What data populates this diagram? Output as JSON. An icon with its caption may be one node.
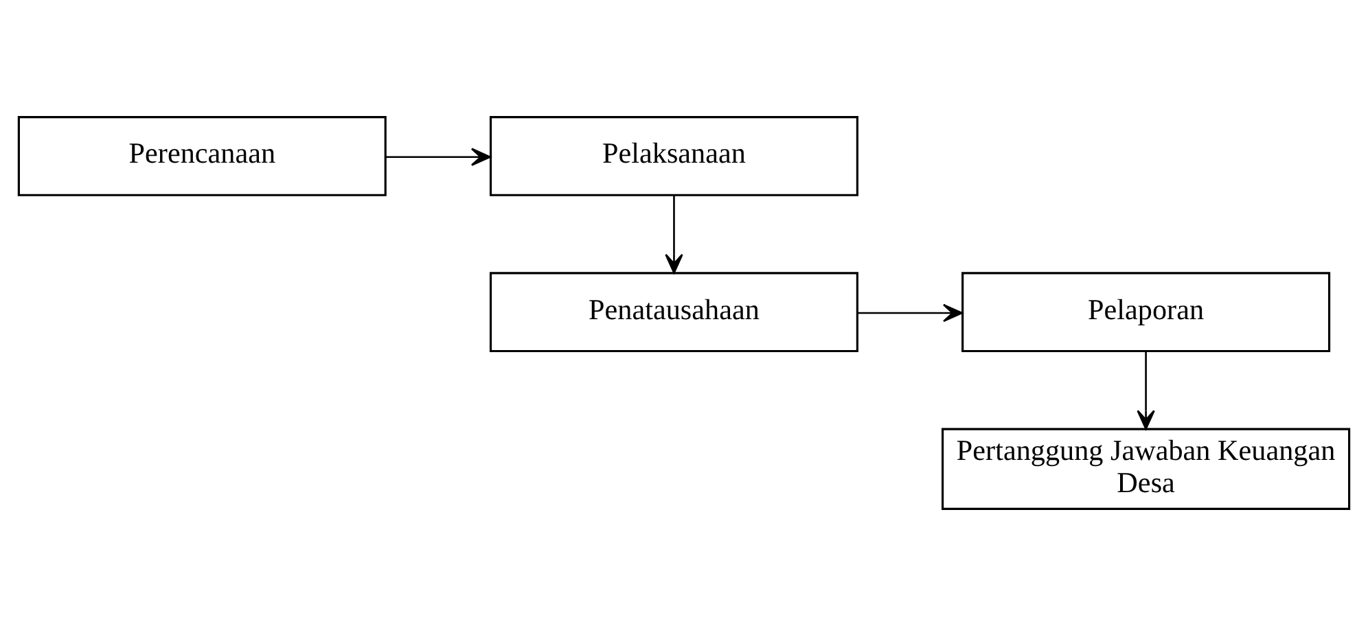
{
  "diagram": {
    "nodes": [
      {
        "text": [
          "Perencanaan"
        ]
      },
      {
        "text": [
          "Pelaksanaan"
        ]
      },
      {
        "text": [
          "Penatausahaan"
        ]
      },
      {
        "text": [
          "Pelaporan"
        ]
      },
      {
        "text": [
          "Pertanggung Jawaban Keuangan Desa"
        ]
      }
    ],
    "edges": [
      {
        "from": 0,
        "to": 1,
        "arrow": "to"
      },
      {
        "from": 1,
        "to": 2,
        "arrow": "to"
      },
      {
        "from": 2,
        "to": 3,
        "arrow": "to"
      },
      {
        "from": 3,
        "to": 4,
        "arrow": "to"
      }
    ]
  }
}
